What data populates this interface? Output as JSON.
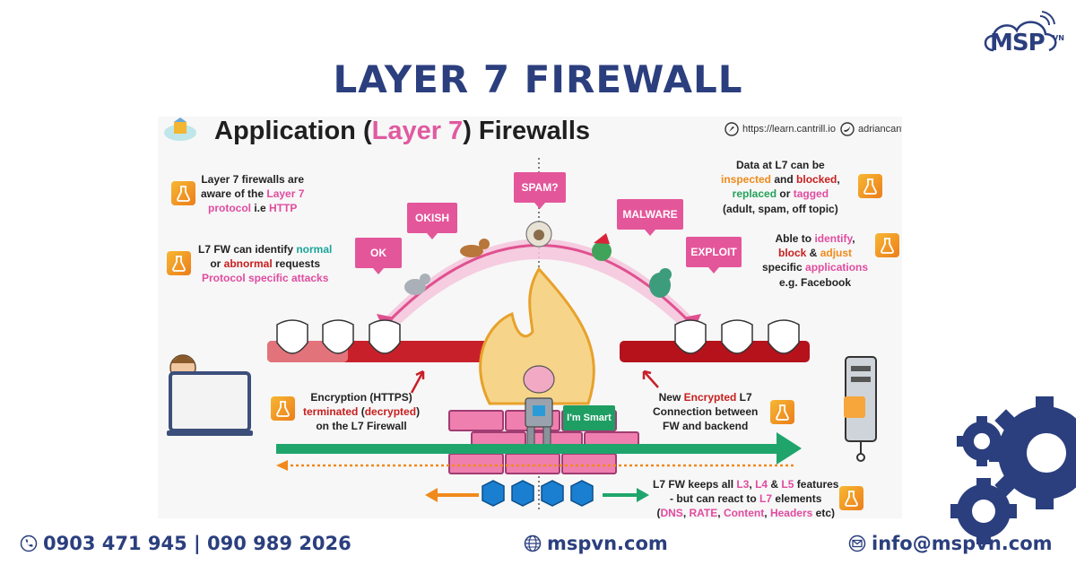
{
  "brand": {
    "logo_text": "MSP",
    "logo_sub": "VN"
  },
  "banner_title": "LAYER 7 FIREWALL",
  "diagram": {
    "title_pre": "Application (",
    "title_hl": "Layer 7",
    "title_post": ") Firewalls",
    "link": "https://learn.cantrill.io",
    "handle": "adriancant",
    "tags": {
      "ok": "OK",
      "okish": "OKISH",
      "spam": "SPAM?",
      "malware": "MALWARE",
      "exploit": "EXPLOIT"
    },
    "smart_label": "I'm Smart",
    "note_aware": {
      "l1": "Layer 7 firewalls are",
      "l2a": "aware of the ",
      "l2b": "Layer 7",
      "l3a": "protocol",
      "l3b": " i.e ",
      "l3c": "HTTP"
    },
    "note_identify": {
      "l1a": "L7 FW can identify ",
      "l1b": "normal",
      "l2a": "or ",
      "l2b": "abnormal",
      "l2c": " requests",
      "l3": "Protocol specific attacks"
    },
    "note_inspect": {
      "l1": "Data at L7 can be",
      "l2a": "inspected",
      "l2b": " and ",
      "l2c": "blocked",
      "l2d": ",",
      "l3a": "replaced",
      "l3b": " or ",
      "l3c": "tagged",
      "l4": "(adult, spam, off topic)"
    },
    "note_apps": {
      "l1a": "Able to ",
      "l1b": "identify",
      "l1c": ",",
      "l2a": "block",
      "l2b": " & ",
      "l2c": "adjust",
      "l3a": "specific ",
      "l3b": "applications",
      "l4": "e.g. Facebook"
    },
    "note_encrypt": {
      "l1": "Encryption (HTTPS)",
      "l2a": "terminated",
      "l2b": " (",
      "l2c": "decrypted",
      "l2d": ")",
      "l3": "on the L7 Firewall"
    },
    "note_new": {
      "l1a": "New ",
      "l1b": "Encrypted",
      "l1c": " L7",
      "l2": "Connection between",
      "l3": "FW and backend"
    },
    "note_keeps": {
      "l1a": "L7 FW keeps all ",
      "l1b": "L3",
      "l1c": ", ",
      "l1d": "L4",
      "l1e": " & ",
      "l1f": "L5",
      "l1g": " features",
      "l2a": "- but can react to ",
      "l2b": "L7",
      "l2c": " elements",
      "l3a": "(",
      "l3b": "DNS",
      "l3c": ", ",
      "l3d": "RATE",
      "l3e": ", ",
      "l3f": "Content",
      "l3g": ", ",
      "l3h": "Headers",
      "l3i": " etc)"
    }
  },
  "footer": {
    "phone": "0903 471 945  | 090 989 2026",
    "website": "mspvn.com",
    "email": "info@mspvn.com"
  },
  "colors": {
    "navy": "#2b3f7e",
    "pink": "#e4569a",
    "bar_red": "#c8202a",
    "green_arrow": "#1fa56b",
    "orange": "#f08a1c",
    "cube_blue": "#1a7fd0"
  }
}
